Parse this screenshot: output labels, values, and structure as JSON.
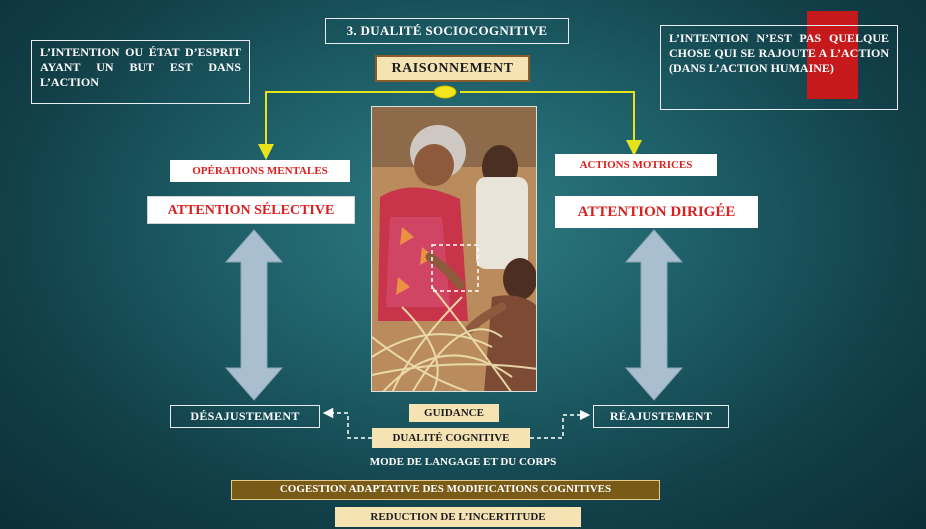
{
  "slide": {
    "title": "3. DUALITÉ SOCIOCOGNITIVE",
    "note_left": "L’INTENTION OU ÉTAT D’ESPRIT AYANT UN BUT EST DANS L’ACTION",
    "note_right": "L’INTENTION N’EST PAS QUELQUE CHOSE QUI SE RAJOUTE A L’ACTION (DANS L’ACTION HUMAINE)",
    "center_top": "RAISONNEMENT",
    "left_label": "OPÉRATIONS MENTALES",
    "right_label": "ACTIONS MOTRICES",
    "left_attention": "ATTENTION SÉLECTIVE",
    "right_attention": "ATTENTION DIRIGÉE",
    "left_bottom": "DÉSAJUSTEMENT",
    "right_bottom": "RÉAJUSTEMENT",
    "guidance": "GUIDANCE",
    "dualite_cognitive": "DUALITÉ COGNITIVE",
    "mode_langage": "MODE DE LANGAGE ET DU CORPS",
    "cogestion": "COGESTION ADAPTATIVE DES MODIFICATIONS COGNITIVES",
    "reduction": "REDUCTION DE L’INCERTITUDE"
  },
  "colors": {
    "label_red": "#d9201e",
    "beige": "#f6e3b4",
    "accent_red": "#c6191b",
    "connector_yellow": "#e8e21a",
    "arrow_blue": "#a9bfd0"
  }
}
